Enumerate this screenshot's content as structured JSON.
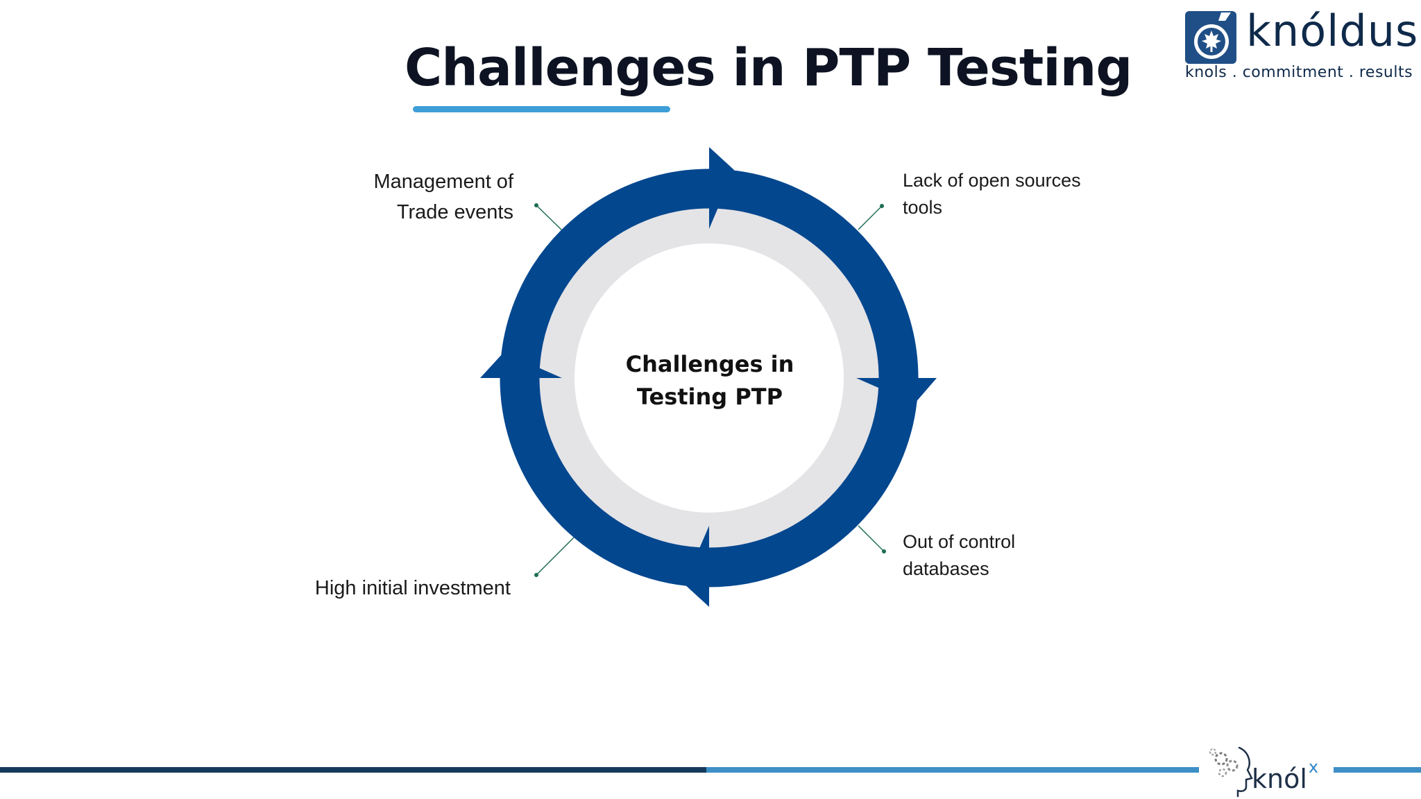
{
  "slide": {
    "title": "Challenges in PTP Testing"
  },
  "logo": {
    "brand": "knóldus",
    "tagline": "knols . commitment . results"
  },
  "diagram": {
    "center": {
      "line1": "Challenges in",
      "line2": "Testing PTP"
    },
    "items": [
      {
        "line1": "Management of",
        "line2": "Trade events"
      },
      {
        "line1": "Lack of open sources",
        "line2": "tools"
      },
      {
        "line1": "Out of control",
        "line2": "databases"
      },
      {
        "line1": "High initial investment"
      }
    ],
    "colors": {
      "ring": "#03478f",
      "inner_ring": "#e4e3e6",
      "leader": "#1c6d52"
    }
  },
  "footer": {
    "brand": "knól",
    "brand_suffix": "x",
    "colors": {
      "line_dark": "#163a5c",
      "line_light": "#3d8fc6"
    }
  }
}
